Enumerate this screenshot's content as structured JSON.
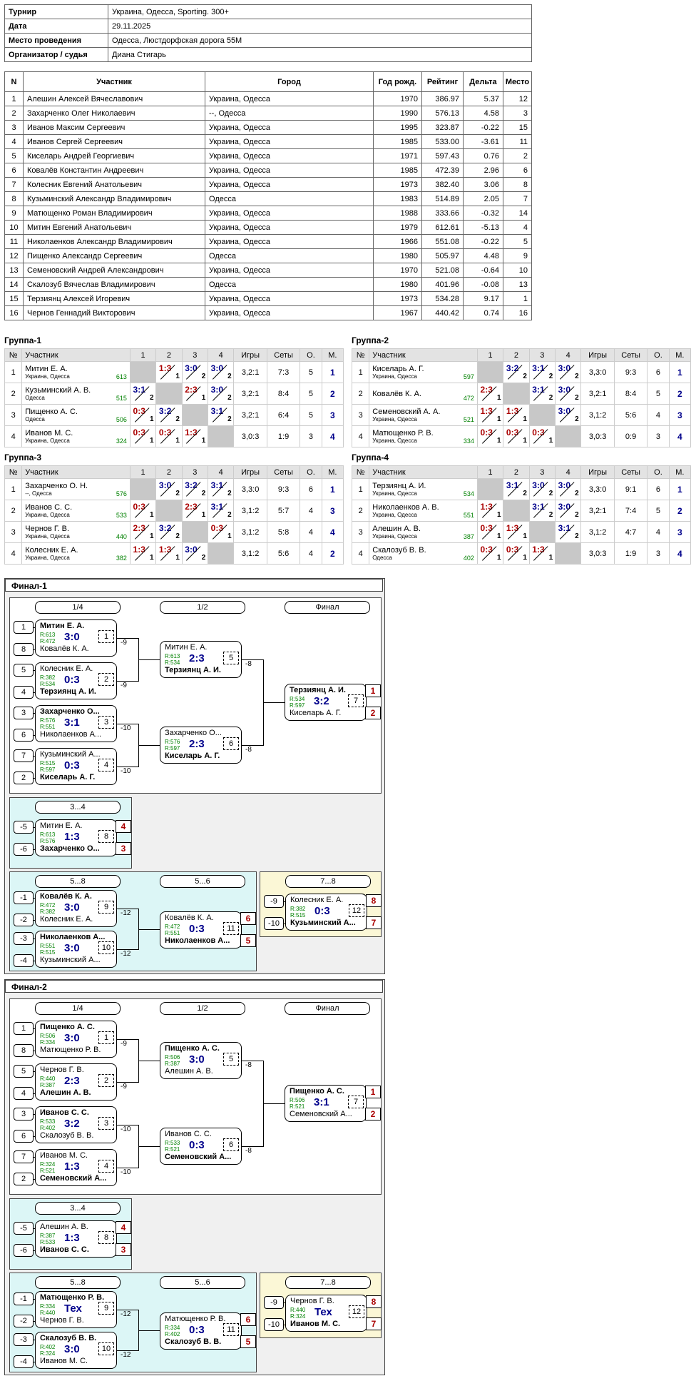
{
  "info": [
    {
      "k": "Турнир",
      "v": "Украина, Одесса, Sporting. 300+"
    },
    {
      "k": "Дата",
      "v": "29.11.2025"
    },
    {
      "k": "Место проведения",
      "v": "Одесса, Люстдорфская дорога 55М"
    },
    {
      "k": "Организатор / судья",
      "v": "Диана Стигарь"
    }
  ],
  "players_headers": [
    "N",
    "Участник",
    "Город",
    "Год рожд.",
    "Рейтинг",
    "Дельта",
    "Место"
  ],
  "players": [
    [
      "1",
      "Алешин Алексей Вячеславович",
      "Украина, Одесса",
      "1970",
      "386.97",
      "5.37",
      "12"
    ],
    [
      "2",
      "Захарченко Олег Николаевич",
      "--, Одесса",
      "1990",
      "576.13",
      "4.58",
      "3"
    ],
    [
      "3",
      "Иванов Максим Сергеевич",
      "Украина, Одесса",
      "1995",
      "323.87",
      "-0.22",
      "15"
    ],
    [
      "4",
      "Иванов Сергей Сергеевич",
      "Украина, Одесса",
      "1985",
      "533.00",
      "-3.61",
      "11"
    ],
    [
      "5",
      "Киселарь Андрей Георгиевич",
      "Украина, Одесса",
      "1971",
      "597.43",
      "0.76",
      "2"
    ],
    [
      "6",
      "Ковалёв Константин Андреевич",
      "Украина, Одесса",
      "1985",
      "472.39",
      "2.96",
      "6"
    ],
    [
      "7",
      "Колесник Евгений Анатольевич",
      "Украина, Одесса",
      "1973",
      "382.40",
      "3.06",
      "8"
    ],
    [
      "8",
      "Кузьминский Александр Владимирович",
      "Одесса",
      "1983",
      "514.89",
      "2.05",
      "7"
    ],
    [
      "9",
      "Матющенко Роман Владимирович",
      "Украина, Одесса",
      "1988",
      "333.66",
      "-0.32",
      "14"
    ],
    [
      "10",
      "Митин Евгений Анатольевич",
      "Украина, Одесса",
      "1979",
      "612.61",
      "-5.13",
      "4"
    ],
    [
      "11",
      "Николаенков Александр Владимирович",
      "Украина, Одесса",
      "1966",
      "551.08",
      "-0.22",
      "5"
    ],
    [
      "12",
      "Пищенко Александр Сергеевич",
      "Одесса",
      "1980",
      "505.97",
      "4.48",
      "9"
    ],
    [
      "13",
      "Семеновский Андрей Александрович",
      "Украина, Одесса",
      "1970",
      "521.08",
      "-0.64",
      "10"
    ],
    [
      "14",
      "Скалозуб Вячеслав Владимирович",
      "Одесса",
      "1980",
      "401.96",
      "-0.08",
      "13"
    ],
    [
      "15",
      "Терзиянц Алексей Игоревич",
      "Украина, Одесса",
      "1973",
      "534.28",
      "9.17",
      "1"
    ],
    [
      "16",
      "Чернов Геннадий Викторович",
      "Украина, Одесса",
      "1967",
      "440.42",
      "0.74",
      "16"
    ]
  ],
  "group_headers": [
    "№",
    "Участник",
    "1",
    "2",
    "3",
    "4",
    "Игры",
    "Сеты",
    "О.",
    "М."
  ],
  "groups": [
    {
      "title": "Группа-1",
      "rows": [
        {
          "n": "1",
          "name": "Митин Е. А.",
          "city": "Украина, Одесса",
          "r": "613",
          "c": [
            "x",
            [
              "1:3",
              "1",
              "l"
            ],
            [
              "3:0",
              "2",
              "w"
            ],
            [
              "3:0",
              "2",
              "w"
            ]
          ],
          "g": "3,2:1",
          "s": "7:3",
          "o": "5",
          "m": "1"
        },
        {
          "n": "2",
          "name": "Кузьминский А. В.",
          "city": "Одесса",
          "r": "515",
          "c": [
            [
              "3:1",
              "2",
              "w"
            ],
            "x",
            [
              "2:3",
              "1",
              "l"
            ],
            [
              "3:0",
              "2",
              "w"
            ]
          ],
          "g": "3,2:1",
          "s": "8:4",
          "o": "5",
          "m": "2"
        },
        {
          "n": "3",
          "name": "Пищенко А. С.",
          "city": "Одесса",
          "r": "506",
          "c": [
            [
              "0:3",
              "1",
              "l"
            ],
            [
              "3:2",
              "2",
              "w"
            ],
            "x",
            [
              "3:1",
              "2",
              "w"
            ]
          ],
          "g": "3,2:1",
          "s": "6:4",
          "o": "5",
          "m": "3"
        },
        {
          "n": "4",
          "name": "Иванов М. С.",
          "city": "Украина, Одесса",
          "r": "324",
          "c": [
            [
              "0:3",
              "1",
              "l"
            ],
            [
              "0:3",
              "1",
              "l"
            ],
            [
              "1:3",
              "1",
              "l"
            ],
            "x"
          ],
          "g": "3,0:3",
          "s": "1:9",
          "o": "3",
          "m": "4"
        }
      ]
    },
    {
      "title": "Группа-2",
      "rows": [
        {
          "n": "1",
          "name": "Киселарь А. Г.",
          "city": "Украина, Одесса",
          "r": "597",
          "c": [
            "x",
            [
              "3:2",
              "2",
              "w"
            ],
            [
              "3:1",
              "2",
              "w"
            ],
            [
              "3:0",
              "2",
              "w"
            ]
          ],
          "g": "3,3:0",
          "s": "9:3",
          "o": "6",
          "m": "1"
        },
        {
          "n": "2",
          "name": "Ковалёв К. А.",
          "city": "",
          "r": "472",
          "c": [
            [
              "2:3",
              "1",
              "l"
            ],
            "x",
            [
              "3:1",
              "2",
              "w"
            ],
            [
              "3:0",
              "2",
              "w"
            ]
          ],
          "g": "3,2:1",
          "s": "8:4",
          "o": "5",
          "m": "2"
        },
        {
          "n": "3",
          "name": "Семеновский А. А.",
          "city": "Украина, Одесса",
          "r": "521",
          "c": [
            [
              "1:3",
              "1",
              "l"
            ],
            [
              "1:3",
              "1",
              "l"
            ],
            "x",
            [
              "3:0",
              "2",
              "w"
            ]
          ],
          "g": "3,1:2",
          "s": "5:6",
          "o": "4",
          "m": "3"
        },
        {
          "n": "4",
          "name": "Матющенко Р. В.",
          "city": "Украина, Одесса",
          "r": "334",
          "c": [
            [
              "0:3",
              "1",
              "l"
            ],
            [
              "0:3",
              "1",
              "l"
            ],
            [
              "0:3",
              "1",
              "l"
            ],
            "x"
          ],
          "g": "3,0:3",
          "s": "0:9",
          "o": "3",
          "m": "4"
        }
      ]
    },
    {
      "title": "Группа-3",
      "rows": [
        {
          "n": "1",
          "name": "Захарченко О. Н.",
          "city": "--, Одесса",
          "r": "576",
          "c": [
            "x",
            [
              "3:0",
              "2",
              "w"
            ],
            [
              "3:2",
              "2",
              "w"
            ],
            [
              "3:1",
              "2",
              "w"
            ]
          ],
          "g": "3,3:0",
          "s": "9:3",
          "o": "6",
          "m": "1"
        },
        {
          "n": "2",
          "name": "Иванов С. С.",
          "city": "Украина, Одесса",
          "r": "533",
          "c": [
            [
              "0:3",
              "1",
              "l"
            ],
            "x",
            [
              "2:3",
              "1",
              "l"
            ],
            [
              "3:1",
              "2",
              "w"
            ]
          ],
          "g": "3,1:2",
          "s": "5:7",
          "o": "4",
          "m": "3"
        },
        {
          "n": "3",
          "name": "Чернов Г. В.",
          "city": "Украина, Одесса",
          "r": "440",
          "c": [
            [
              "2:3",
              "1",
              "l"
            ],
            [
              "3:2",
              "2",
              "w"
            ],
            "x",
            [
              "0:3",
              "1",
              "l"
            ]
          ],
          "g": "3,1:2",
          "s": "5:8",
          "o": "4",
          "m": "4"
        },
        {
          "n": "4",
          "name": "Колесник Е. А.",
          "city": "Украина, Одесса",
          "r": "382",
          "c": [
            [
              "1:3",
              "1",
              "l"
            ],
            [
              "1:3",
              "1",
              "l"
            ],
            [
              "3:0",
              "2",
              "w"
            ],
            "x"
          ],
          "g": "3,1:2",
          "s": "5:6",
          "o": "4",
          "m": "2"
        }
      ]
    },
    {
      "title": "Группа-4",
      "rows": [
        {
          "n": "1",
          "name": "Терзиянц А. И.",
          "city": "Украина, Одесса",
          "r": "534",
          "c": [
            "x",
            [
              "3:1",
              "2",
              "w"
            ],
            [
              "3:0",
              "2",
              "w"
            ],
            [
              "3:0",
              "2",
              "w"
            ]
          ],
          "g": "3,3:0",
          "s": "9:1",
          "o": "6",
          "m": "1"
        },
        {
          "n": "2",
          "name": "Николаенков А. В.",
          "city": "Украина, Одесса",
          "r": "551",
          "c": [
            [
              "1:3",
              "1",
              "l"
            ],
            "x",
            [
              "3:1",
              "2",
              "w"
            ],
            [
              "3:0",
              "2",
              "w"
            ]
          ],
          "g": "3,2:1",
          "s": "7:4",
          "o": "5",
          "m": "2"
        },
        {
          "n": "3",
          "name": "Алешин А. В.",
          "city": "Украина, Одесса",
          "r": "387",
          "c": [
            [
              "0:3",
              "1",
              "l"
            ],
            [
              "1:3",
              "1",
              "l"
            ],
            "x",
            [
              "3:1",
              "2",
              "w"
            ]
          ],
          "g": "3,1:2",
          "s": "4:7",
          "o": "4",
          "m": "3"
        },
        {
          "n": "4",
          "name": "Скалозуб В. В.",
          "city": "Одесса",
          "r": "402",
          "c": [
            [
              "0:3",
              "1",
              "l"
            ],
            [
              "0:3",
              "1",
              "l"
            ],
            [
              "1:3",
              "1",
              "l"
            ],
            "x"
          ],
          "g": "3,0:3",
          "s": "1:9",
          "o": "3",
          "m": "4"
        }
      ]
    }
  ],
  "finals": [
    {
      "title": "Финал-1",
      "h": {
        "q": "1/4",
        "s": "1/2",
        "f": "Финал",
        "b34": "3...4",
        "b58": "5...8",
        "b56": "5...6",
        "b78": "7...8"
      },
      "qf": [
        {
          "seeds": [
            "1",
            "8"
          ],
          "p1": "Митин Е. А.",
          "p2": "Ковалёв К. А.",
          "w": 1,
          "r1": "R:613",
          "r2": "R:472",
          "s": "3:0",
          "mn": "1",
          "out": "-9"
        },
        {
          "seeds": [
            "5",
            "4"
          ],
          "p1": "Колесник Е. А.",
          "p2": "Терзиянц А. И.",
          "w": 2,
          "r1": "R:382",
          "r2": "R:534",
          "s": "0:3",
          "mn": "2",
          "out": "-9"
        },
        {
          "seeds": [
            "3",
            "6"
          ],
          "p1": "Захарченко О...",
          "p2": "Николаенков А...",
          "w": 1,
          "r1": "R:576",
          "r2": "R:551",
          "s": "3:1",
          "mn": "3",
          "out": "-10"
        },
        {
          "seeds": [
            "7",
            "2"
          ],
          "p1": "Кузьминский А...",
          "p2": "Киселарь А. Г.",
          "w": 2,
          "r1": "R:515",
          "r2": "R:597",
          "s": "0:3",
          "mn": "4",
          "out": "-10"
        }
      ],
      "sf": [
        {
          "p1": "Митин Е. А.",
          "p2": "Терзиянц А. И.",
          "w": 2,
          "r1": "R:613",
          "r2": "R:534",
          "s": "2:3",
          "mn": "5",
          "out": "-8"
        },
        {
          "p1": "Захарченко О...",
          "p2": "Киселарь А. Г.",
          "w": 2,
          "r1": "R:576",
          "r2": "R:597",
          "s": "2:3",
          "mn": "6",
          "out": "-8"
        }
      ],
      "fn": {
        "p1": "Терзиянц А. И.",
        "p2": "Киселарь А. Г.",
        "w": 1,
        "r1": "R:534",
        "r2": "R:597",
        "s": "3:2",
        "mn": "7",
        "pl": [
          "1",
          "2"
        ]
      },
      "m34": {
        "seeds": [
          "-5",
          "-6"
        ],
        "p1": "Митин Е. А.",
        "p2": "Захарченко О...",
        "w": 2,
        "r1": "R:613",
        "r2": "R:576",
        "s": "1:3",
        "mn": "8",
        "pl": [
          "4",
          "3"
        ]
      },
      "m58": [
        {
          "seeds": [
            "-1",
            "-2"
          ],
          "p1": "Ковалёв К. А.",
          "p2": "Колесник Е. А.",
          "w": 1,
          "r1": "R:472",
          "r2": "R:382",
          "s": "3:0",
          "mn": "9",
          "out": "-12"
        },
        {
          "seeds": [
            "-3",
            "-4"
          ],
          "p1": "Николаенков А...",
          "p2": "Кузьминский А...",
          "w": 1,
          "r1": "R:551",
          "r2": "R:515",
          "s": "3:0",
          "mn": "10",
          "out": "-12"
        }
      ],
      "m56": {
        "p1": "Ковалёв К. А.",
        "p2": "Николаенков А...",
        "w": 2,
        "r1": "R:472",
        "r2": "R:551",
        "s": "0:3",
        "mn": "11",
        "pl": [
          "6",
          "5"
        ]
      },
      "m78": {
        "seeds": [
          "-9",
          "-10"
        ],
        "p1": "Колесник Е. А.",
        "p2": "Кузьминский А...",
        "w": 2,
        "r1": "R:382",
        "r2": "R:515",
        "s": "0:3",
        "mn": "12",
        "pl": [
          "8",
          "7"
        ]
      }
    },
    {
      "title": "Финал-2",
      "h": {
        "q": "1/4",
        "s": "1/2",
        "f": "Финал",
        "b34": "3...4",
        "b58": "5...8",
        "b56": "5...6",
        "b78": "7...8"
      },
      "qf": [
        {
          "seeds": [
            "1",
            "8"
          ],
          "p1": "Пищенко А. С.",
          "p2": "Матющенко Р. В.",
          "w": 1,
          "r1": "R:506",
          "r2": "R:334",
          "s": "3:0",
          "mn": "1",
          "out": "-9"
        },
        {
          "seeds": [
            "5",
            "4"
          ],
          "p1": "Чернов Г. В.",
          "p2": "Алешин А. В.",
          "w": 2,
          "r1": "R:440",
          "r2": "R:387",
          "s": "2:3",
          "mn": "2",
          "out": "-9"
        },
        {
          "seeds": [
            "3",
            "6"
          ],
          "p1": "Иванов С. С.",
          "p2": "Скалозуб В. В.",
          "w": 1,
          "r1": "R:533",
          "r2": "R:402",
          "s": "3:2",
          "mn": "3",
          "out": "-10"
        },
        {
          "seeds": [
            "7",
            "2"
          ],
          "p1": "Иванов М. С.",
          "p2": "Семеновский А...",
          "w": 2,
          "r1": "R:324",
          "r2": "R:521",
          "s": "1:3",
          "mn": "4",
          "out": "-10"
        }
      ],
      "sf": [
        {
          "p1": "Пищенко А. С.",
          "p2": "Алешин А. В.",
          "w": 1,
          "r1": "R:506",
          "r2": "R:387",
          "s": "3:0",
          "mn": "5",
          "out": "-8"
        },
        {
          "p1": "Иванов С. С.",
          "p2": "Семеновский А...",
          "w": 2,
          "r1": "R:533",
          "r2": "R:521",
          "s": "0:3",
          "mn": "6",
          "out": "-8"
        }
      ],
      "fn": {
        "p1": "Пищенко А. С.",
        "p2": "Семеновский А...",
        "w": 1,
        "r1": "R:506",
        "r2": "R:521",
        "s": "3:1",
        "mn": "7",
        "pl": [
          "1",
          "2"
        ]
      },
      "m34": {
        "seeds": [
          "-5",
          "-6"
        ],
        "p1": "Алешин А. В.",
        "p2": "Иванов С. С.",
        "w": 2,
        "r1": "R:387",
        "r2": "R:533",
        "s": "1:3",
        "mn": "8",
        "pl": [
          "4",
          "3"
        ]
      },
      "m58": [
        {
          "seeds": [
            "-1",
            "-2"
          ],
          "p1": "Матющенко Р. В.",
          "p2": "Чернов Г. В.",
          "w": 1,
          "r1": "R:334",
          "r2": "R:440",
          "s": "Тех",
          "mn": "9",
          "out": "-12"
        },
        {
          "seeds": [
            "-3",
            "-4"
          ],
          "p1": "Скалозуб В. В.",
          "p2": "Иванов М. С.",
          "w": 1,
          "r1": "R:402",
          "r2": "R:324",
          "s": "3:0",
          "mn": "10",
          "out": "-12"
        }
      ],
      "m56": {
        "p1": "Матющенко Р. В.",
        "p2": "Скалозуб В. В.",
        "w": 2,
        "r1": "R:334",
        "r2": "R:402",
        "s": "0:3",
        "mn": "11",
        "pl": [
          "6",
          "5"
        ]
      },
      "m78": {
        "seeds": [
          "-9",
          "-10"
        ],
        "p1": "Чернов Г. В.",
        "p2": "Иванов М. С.",
        "w": 2,
        "r1": "R:440",
        "r2": "R:324",
        "s": "Тех",
        "mn": "12",
        "pl": [
          "8",
          "7"
        ]
      }
    }
  ],
  "colors": {
    "win": "#00008b",
    "loss": "#aa0000",
    "rating": "#008000",
    "final_bg": "#f0f0f0",
    "bracket_bg": "#dcf6f6",
    "b78_bg": "#fbf7d6",
    "cell_x": "#c8c8c8"
  }
}
